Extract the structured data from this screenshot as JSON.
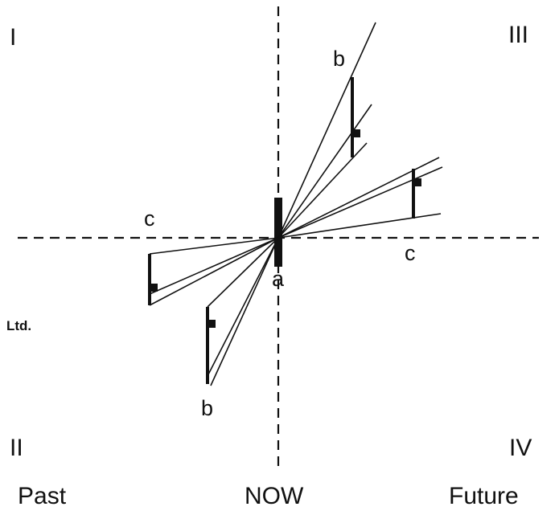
{
  "quadrants": {
    "q1": "I",
    "q2": "II",
    "q3": "III",
    "q4": "IV"
  },
  "axis_labels": {
    "past": "Past",
    "now": "NOW",
    "future": "Future"
  },
  "side_label": "Ltd.",
  "markers": {
    "a": "a",
    "b_upper": "b",
    "b_lower": "b",
    "c_left": "c",
    "c_right": "c"
  },
  "colors": {
    "ink": "#111111",
    "background": "#ffffff"
  }
}
